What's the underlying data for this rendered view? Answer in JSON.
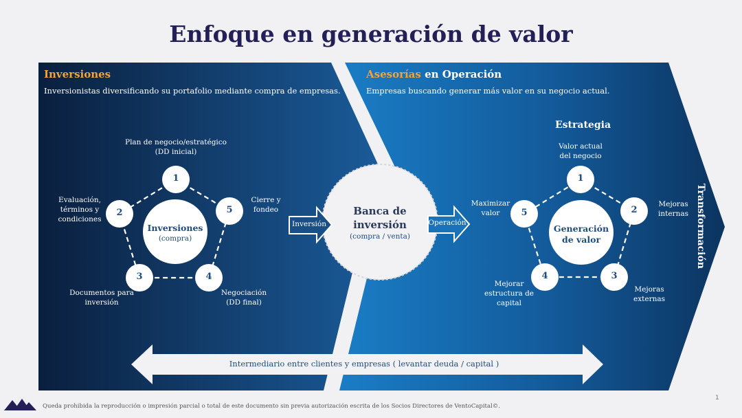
{
  "title": "Enfoque en generación de valor",
  "left_panel": {
    "heading": "Inversiones",
    "subtitle": "Inversionistas diversificando su portafolio mediante compra de empresas.",
    "center_title": "Inversiones",
    "center_sub": "(compra)",
    "steps": [
      {
        "num": "1",
        "label_l1": "Plan de negocio/estratégico",
        "label_l2": "(DD inicial)"
      },
      {
        "num": "2",
        "label_l1": "Evaluación,",
        "label_l2": "términos y",
        "label_l3": "condiciones"
      },
      {
        "num": "3",
        "label_l1": "Documentos para",
        "label_l2": "inversión"
      },
      {
        "num": "4",
        "label_l1": "Negociación",
        "label_l2": "(DD final)"
      },
      {
        "num": "5",
        "label_l1": "Cierre y",
        "label_l2": "fondeo"
      }
    ]
  },
  "right_panel": {
    "heading_accent": "Asesorías",
    "heading_rest": " en Operación",
    "subtitle": "Empresas buscando generar más valor en su negocio actual.",
    "section_title": "Estrategia",
    "vertical_label": "Transformación",
    "center_title_l1": "Generación",
    "center_title_l2": "de valor",
    "steps": [
      {
        "num": "1",
        "label_l1": "Valor actual",
        "label_l2": "del negocio"
      },
      {
        "num": "2",
        "label_l1": "Mejoras",
        "label_l2": "internas"
      },
      {
        "num": "3",
        "label_l1": "Mejoras",
        "label_l2": "externas"
      },
      {
        "num": "4",
        "label_l1": "Mejorar",
        "label_l2": "estructura de",
        "label_l3": "capital"
      },
      {
        "num": "5",
        "label_l1": "Maximizar",
        "label_l2": "valor"
      }
    ]
  },
  "center": {
    "title_l1": "Banca de",
    "title_l2": "inversión",
    "sub": "(compra / venta)",
    "arrow_in": "Inversión",
    "arrow_out": "Operación"
  },
  "bottom_arrow": "Intermediario entre clientes y empresas ( levantar deuda / capital )",
  "footer": "Queda prohibida la reproducción o impresión parcial o total de este documento sin previa autorización escrita de los Socios Directores de VentoCapital©.",
  "page_number": "1",
  "colors": {
    "dark_navy": "#0b2344",
    "mid_blue": "#1a73b8",
    "accent_orange": "#f0a43a",
    "title_navy": "#232058"
  }
}
